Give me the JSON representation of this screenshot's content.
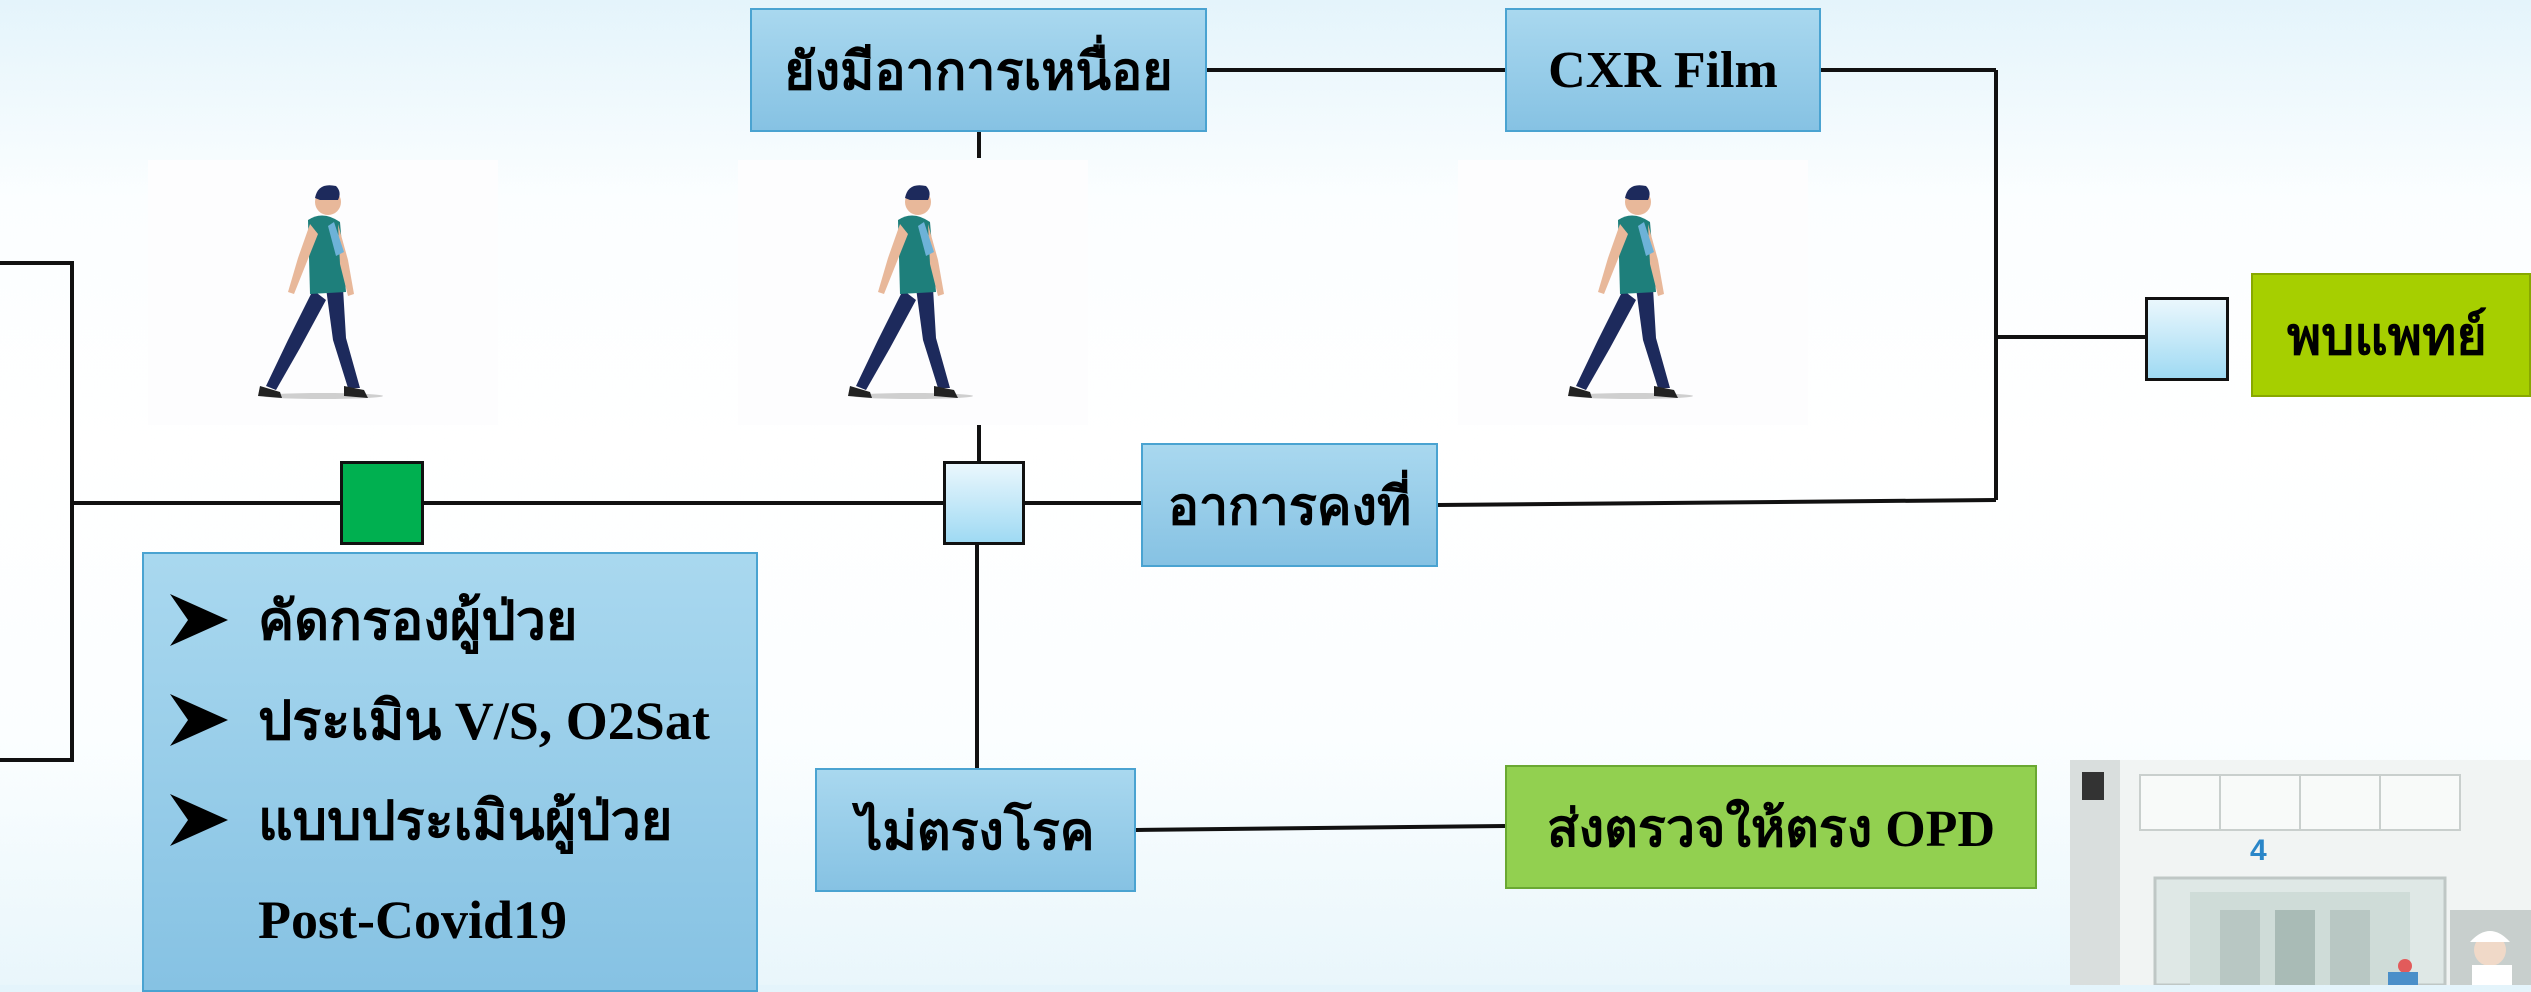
{
  "diagram": {
    "boxes": {
      "still_tired": "ยังมีอาการเหนื่อย",
      "cxr_film": "CXR Film",
      "see_doctor": "พบแพทย์",
      "stable": "อาการคงที่",
      "not_match": "ไม่ตรงโรค",
      "send_opd": "ส่งตรวจให้ตรง OPD"
    },
    "checklist": {
      "items": [
        "คัดกรองผู้ป่วย",
        "ประเมิน V/S, O2Sat",
        "แบบประเมินผู้ป่วย",
        "Post-Covid19"
      ]
    },
    "photo": {
      "room_number": "4"
    }
  }
}
